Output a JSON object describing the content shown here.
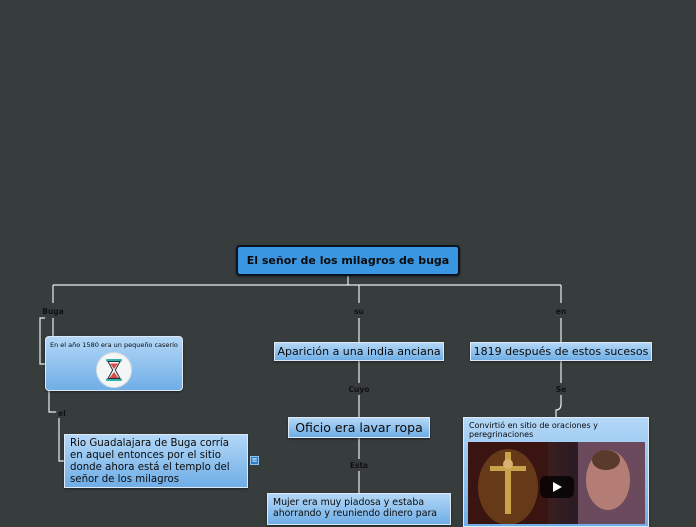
{
  "root": {
    "title": "El señor de los milagros de buga"
  },
  "relations": {
    "buga": "Buga",
    "su": "su",
    "en": "en",
    "el": "el",
    "cuyo": "Cuyo",
    "esta": "Esta",
    "se": "Se"
  },
  "nodes": {
    "buga_note": "En el año 1580  era un pequeño caserío",
    "rio": "Rio Guadalajara de Buga corría en aquel entonces por el sitio donde ahora está el templo del señor de los milagros",
    "aparicion": "Aparición a una india anciana",
    "anio_1819": "1819 después de estos sucesos",
    "oficio": "Oficio era lavar ropa",
    "mujer": "Mujer era muy piadosa y estaba ahorrando y reuniendo dinero para",
    "convirtio": "Convirtió en sitio de oraciones y peregrinaciones"
  },
  "colors": {
    "background": "#373c3d",
    "root_fill": "#3a96e0",
    "node_fill": "#6faee6",
    "connector": "#e8eef0"
  },
  "icons": [
    "hourglass-icon",
    "play-icon",
    "note-icon"
  ]
}
